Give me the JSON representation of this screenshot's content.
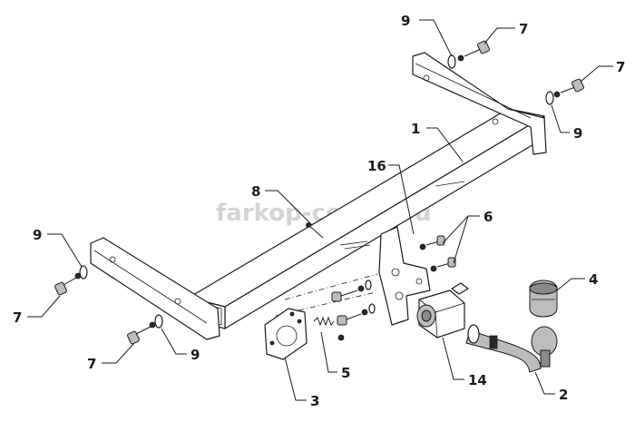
{
  "watermark": "farkop-center.ru",
  "callouts": [
    "9",
    "7",
    "7",
    "9",
    "1",
    "16",
    "8",
    "6",
    "9",
    "7",
    "7",
    "9",
    "4",
    "3",
    "5",
    "14",
    "2"
  ]
}
